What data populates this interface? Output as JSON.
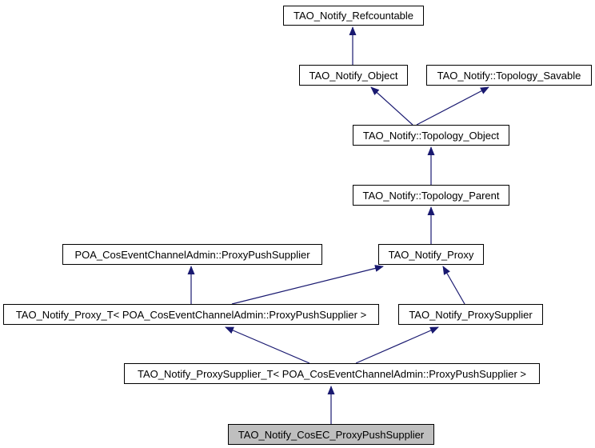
{
  "diagram": {
    "type": "class-inheritance-graph",
    "colors": {
      "background": "#ffffff",
      "node_border": "#000000",
      "node_fill": "#ffffff",
      "selected_node_fill": "#bfbfbf",
      "edge": "#191970",
      "text": "#000000"
    },
    "nodes": [
      {
        "id": "tao-notify-refcountable",
        "label": "TAO_Notify_Refcountable",
        "selected": false
      },
      {
        "id": "tao-notify-object",
        "label": "TAO_Notify_Object",
        "selected": false
      },
      {
        "id": "tao-notify-topology-savable",
        "label": "TAO_Notify::Topology_Savable",
        "selected": false
      },
      {
        "id": "tao-notify-topology-object",
        "label": "TAO_Notify::Topology_Object",
        "selected": false
      },
      {
        "id": "tao-notify-topology-parent",
        "label": "TAO_Notify::Topology_Parent",
        "selected": false
      },
      {
        "id": "poa-coseventchanneladmin-proxypushsupplier",
        "label": "POA_CosEventChannelAdmin::ProxyPushSupplier",
        "selected": false
      },
      {
        "id": "tao-notify-proxy",
        "label": "TAO_Notify_Proxy",
        "selected": false
      },
      {
        "id": "tao-notify-proxy-t",
        "label": "TAO_Notify_Proxy_T< POA_CosEventChannelAdmin::ProxyPushSupplier >",
        "selected": false
      },
      {
        "id": "tao-notify-proxysupplier",
        "label": "TAO_Notify_ProxySupplier",
        "selected": false
      },
      {
        "id": "tao-notify-proxysupplier-t",
        "label": "TAO_Notify_ProxySupplier_T< POA_CosEventChannelAdmin::ProxyPushSupplier >",
        "selected": false
      },
      {
        "id": "tao-notify-cosec-proxypushsupplier",
        "label": "TAO_Notify_CosEC_ProxyPushSupplier",
        "selected": true
      }
    ],
    "edges": [
      {
        "from": "TAO_Notify_Object",
        "to": "TAO_Notify_Refcountable"
      },
      {
        "from": "TAO_Notify::Topology_Object",
        "to": "TAO_Notify_Object"
      },
      {
        "from": "TAO_Notify::Topology_Object",
        "to": "TAO_Notify::Topology_Savable"
      },
      {
        "from": "TAO_Notify::Topology_Parent",
        "to": "TAO_Notify::Topology_Object"
      },
      {
        "from": "TAO_Notify_Proxy",
        "to": "TAO_Notify::Topology_Parent"
      },
      {
        "from": "TAO_Notify_Proxy_T< POA_CosEventChannelAdmin::ProxyPushSupplier >",
        "to": "POA_CosEventChannelAdmin::ProxyPushSupplier"
      },
      {
        "from": "TAO_Notify_Proxy_T< POA_CosEventChannelAdmin::ProxyPushSupplier >",
        "to": "TAO_Notify_Proxy"
      },
      {
        "from": "TAO_Notify_ProxySupplier",
        "to": "TAO_Notify_Proxy"
      },
      {
        "from": "TAO_Notify_ProxySupplier_T< POA_CosEventChannelAdmin::ProxyPushSupplier >",
        "to": "TAO_Notify_Proxy_T< POA_CosEventChannelAdmin::ProxyPushSupplier >"
      },
      {
        "from": "TAO_Notify_ProxySupplier_T< POA_CosEventChannelAdmin::ProxyPushSupplier >",
        "to": "TAO_Notify_ProxySupplier"
      },
      {
        "from": "TAO_Notify_CosEC_ProxyPushSupplier",
        "to": "TAO_Notify_ProxySupplier_T< POA_CosEventChannelAdmin::ProxyPushSupplier >"
      }
    ]
  }
}
